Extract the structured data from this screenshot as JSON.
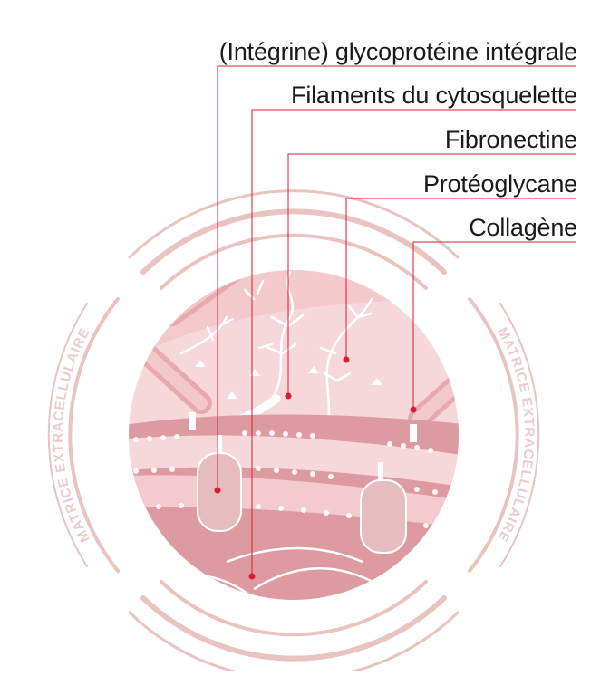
{
  "labels": {
    "integrine": "(Intégrine) glycoprotéine intégrale",
    "filaments": "Filaments du cytosquelette",
    "fibronectine": "Fibronectine",
    "proteoglycane": "Protéoglycane",
    "collagene": "Collagène"
  },
  "side_text": {
    "left": "MATRICE EXTRACELLULAIRE",
    "right": "MATRICE EXTRACELLULAIRE"
  },
  "colors": {
    "leader_line": "#d71d34",
    "marker": "#d71d34",
    "ring": "#e8c3bf",
    "side_text": "#e9cdca",
    "extracellular": "#f6d7da",
    "membrane": "#e7a4a8",
    "cytoplasm": "#dd9aa0",
    "protein": "#e5bdbf",
    "label_text": "#1a1a1a"
  }
}
